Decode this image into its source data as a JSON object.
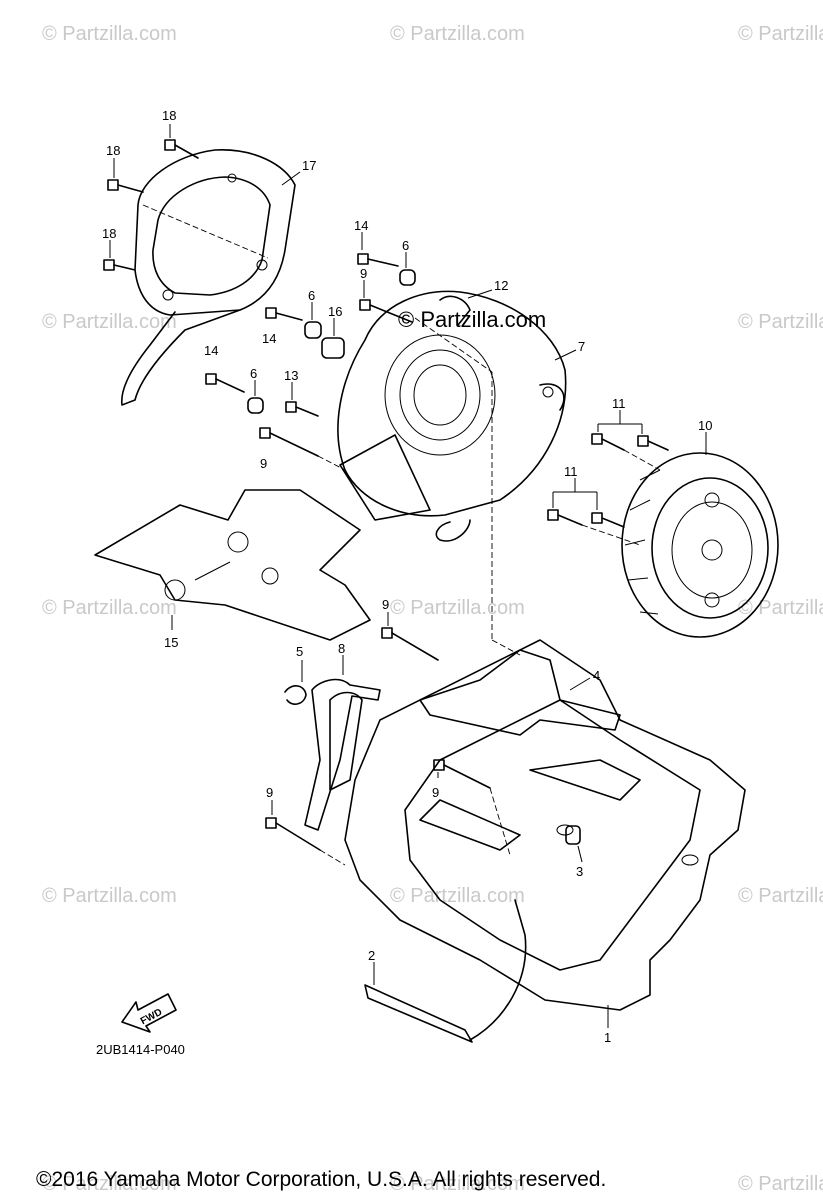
{
  "watermark": {
    "text": "© Partzilla.com",
    "main_text": "© Partzilla.com"
  },
  "diagram_code": "2UB1414-P040",
  "fwd_label": "FWD",
  "copyright": "©2016 Yamaha Motor Corporation, U.S.A. All rights reserved.",
  "callouts": [
    "18",
    "18",
    "18",
    "17",
    "14",
    "6",
    "9",
    "12",
    "7",
    "14",
    "6",
    "16",
    "14",
    "6",
    "13",
    "9",
    "11",
    "10",
    "11",
    "15",
    "9",
    "5",
    "8",
    "4",
    "9",
    "9",
    "3",
    "2",
    "1"
  ]
}
